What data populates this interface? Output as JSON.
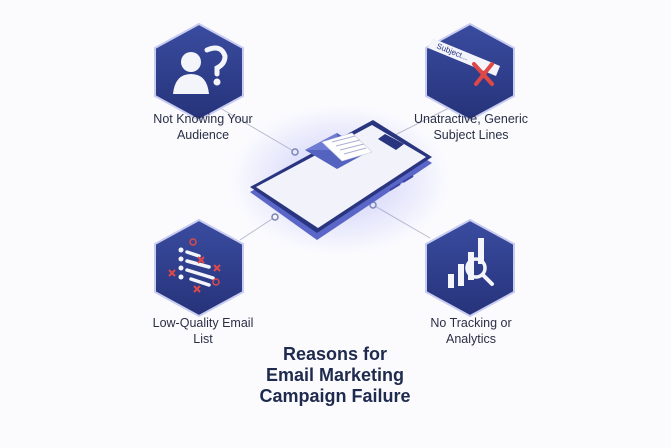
{
  "title": [
    "Reasons for",
    "Email Marketing",
    "Campaign Failure"
  ],
  "reasons": [
    {
      "label": [
        "Not Knowing Your",
        "Audience"
      ],
      "icon": "person-question-icon"
    },
    {
      "label": [
        "Unatractive, Generic",
        "Subject Lines"
      ],
      "icon": "subject-line-cross-icon",
      "icon_text": "Subject..."
    },
    {
      "label": [
        "Low-Quality Email",
        "List"
      ],
      "icon": "email-list-errors-icon"
    },
    {
      "label": [
        "No Tracking or",
        "Analytics"
      ],
      "icon": "chart-magnifier-icon"
    }
  ],
  "center_icon": "phone-with-email-icon",
  "colors": {
    "hexagon": "#2f3f8f",
    "accent": "#e04848",
    "phone": "#5a67c8",
    "text": "#1e2a4e"
  }
}
